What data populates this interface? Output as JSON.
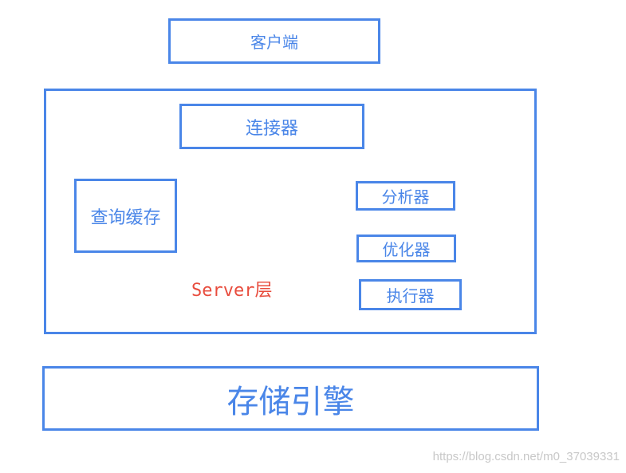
{
  "diagram": {
    "client": "客户端",
    "server": {
      "label_en": "Server",
      "label_zh": "层",
      "connector": "连接器",
      "query_cache": "查询缓存",
      "analyzer": "分析器",
      "optimizer": "优化器",
      "executor": "执行器"
    },
    "storage_engine": "存储引擎"
  },
  "watermark": "https://blog.csdn.net/m0_37039331",
  "colors": {
    "box_border": "#4a86e8",
    "box_text": "#4a86e8",
    "server_label": "#e84c3d",
    "watermark": "#c8c8c8"
  }
}
